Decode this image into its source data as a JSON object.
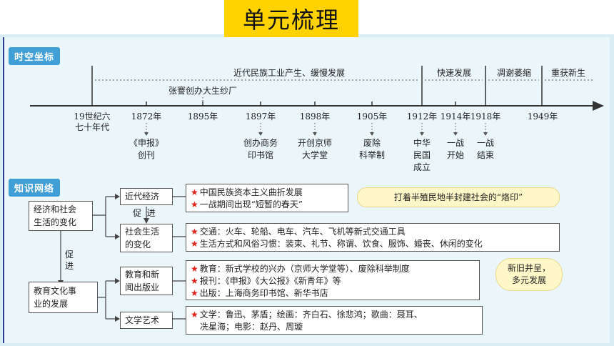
{
  "title": "单元梳理",
  "timeline_section": {
    "label": "时空坐标",
    "periods": [
      "近代民族工业产生、缓慢发展",
      "快速发展",
      "凋谢萎缩",
      "重获新生"
    ],
    "events": [
      {
        "date": "19世纪六\n七十年代",
        "note": ""
      },
      {
        "date": "1872年",
        "note": "《申报》\n创刊"
      },
      {
        "date": "1895年",
        "note": "张謇创办大生纱厂"
      },
      {
        "date": "1897年",
        "note": "创办商务\n印书馆"
      },
      {
        "date": "1898年",
        "note": "开创京师\n大学堂"
      },
      {
        "date": "1905年",
        "note": "废除\n科举制"
      },
      {
        "date": "1912年",
        "note": "中华\n民国\n成立"
      },
      {
        "date": "1914年",
        "note": "一战\n开始"
      },
      {
        "date": "1918年",
        "note": "一战\n结束"
      },
      {
        "date": "1949年",
        "note": ""
      }
    ]
  },
  "knowledge_section": {
    "label": "知识网络",
    "left_nodes": {
      "top": "经济和社会\n生活的变化",
      "bottom": "教育文化事\n业的发展",
      "promote_vertical": "促\n进"
    },
    "mid_nodes": {
      "modern_economy": "近代经济",
      "social_life": "社会生活\n的变化",
      "education_news": "教育和新\n闻出版业",
      "literature_art": "文学艺术",
      "promote_horizontal": "促  进"
    },
    "details": {
      "economy": [
        "中国民族资本主义曲折发展",
        "一战期间出现“短暂的春天”"
      ],
      "social": [
        "交通：火车、轮船、电车、汽车、飞机等新式交通工具",
        "生活方式和风俗习惯：装束、礼节、称谓、饮食、服饰、婚丧、休闲的变化"
      ],
      "education": [
        "教育：新式学校的兴办（京师大学堂等）、废除科举制度",
        "报刊：《申报》《大公报》《新青年》等",
        "出版：上海商务印书馆、新华书店"
      ],
      "literature": [
        "文学：鲁迅、茅盾；绘画：齐白石、徐悲鸿；歌曲：聂耳、",
        "冼星海；电影：赵丹、周璇"
      ]
    },
    "bubbles": {
      "imprint": "打着半殖民地半封建社会的“烙印”",
      "coexist": "新旧并呈，\n多元发展"
    }
  }
}
